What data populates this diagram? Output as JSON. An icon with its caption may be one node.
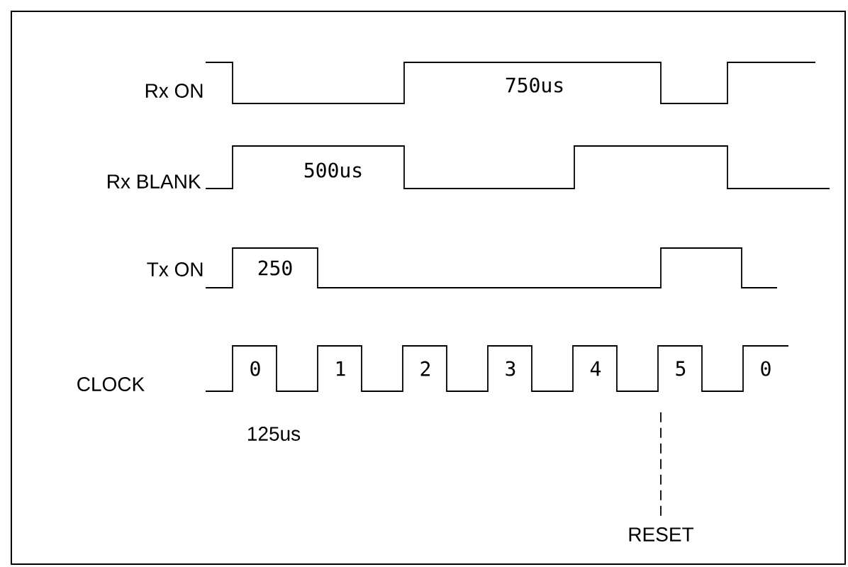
{
  "diagram": {
    "nodes": [
      {
        "text": [
          "RESET"
        ]
      },
      {
        "text": [],
        "shape": "picture"
      }
    ],
    "edges": [
      {
        "from": 0,
        "to": 1,
        "arrow": "none",
        "style": "dashed"
      }
    ],
    "labels": [
      "Rx ON",
      "750us",
      "Rx BLANK",
      "500us",
      "Tx ON",
      "250",
      "CLOCK",
      "0",
      "1",
      "2",
      "3",
      "4",
      "5",
      "0",
      "125us"
    ]
  }
}
